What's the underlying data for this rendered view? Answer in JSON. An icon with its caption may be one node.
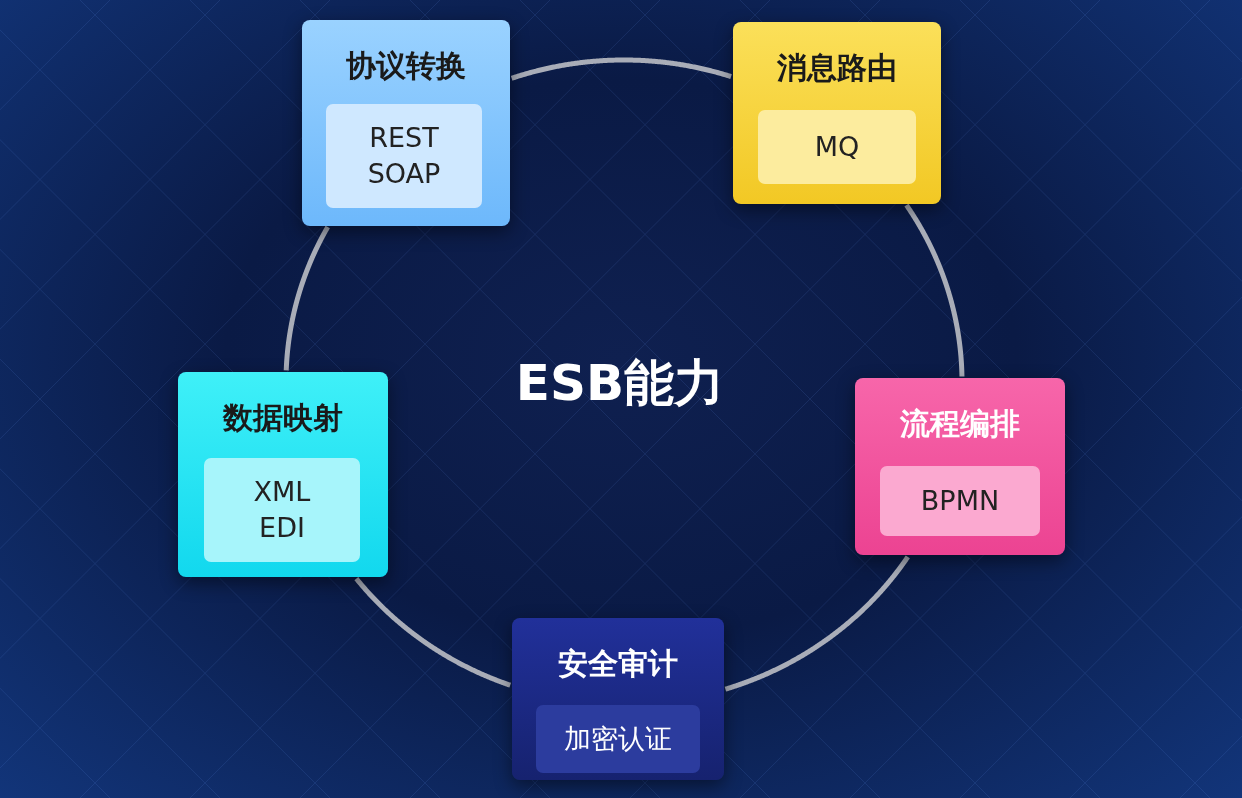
{
  "diagram": {
    "title": "ESB能力",
    "nodes": [
      {
        "text": [
          "协议转换"
        ]
      },
      {
        "text": [
          "REST SOAP"
        ],
        "in": 0
      },
      {
        "text": [
          "消息路由"
        ]
      },
      {
        "text": [
          "MQ"
        ],
        "in": 2
      },
      {
        "text": [
          "数据映射"
        ]
      },
      {
        "text": [
          "XML EDI"
        ],
        "in": 4
      },
      {
        "text": [
          "流程编排"
        ]
      },
      {
        "text": [
          "BPMN"
        ],
        "in": 6
      },
      {
        "text": [
          "安全审计"
        ]
      },
      {
        "text": [
          "加密认证"
        ],
        "in": 8
      }
    ],
    "edges": [
      {
        "from": 0,
        "to": 2,
        "arrow": "none"
      },
      {
        "from": 2,
        "to": 6,
        "arrow": "none"
      },
      {
        "from": 6,
        "to": 8,
        "arrow": "none"
      },
      {
        "from": 8,
        "to": 4,
        "arrow": "none"
      },
      {
        "from": 4,
        "to": 0,
        "arrow": "none"
      }
    ]
  }
}
